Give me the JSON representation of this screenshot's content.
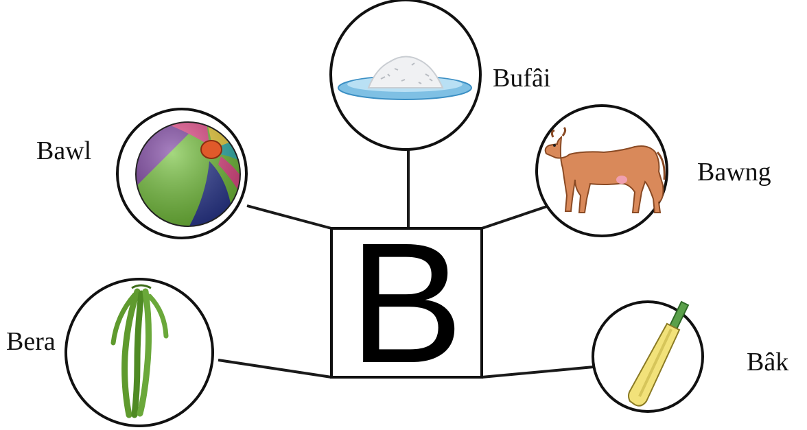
{
  "center_letter": "B",
  "items": [
    {
      "word": "Bufâi",
      "icon": "rice-plate-icon"
    },
    {
      "word": "Bawl",
      "icon": "beach-ball-icon"
    },
    {
      "word": "Bawng",
      "icon": "cow-icon"
    },
    {
      "word": "Bera",
      "icon": "green-beans-icon"
    },
    {
      "word": "Bâk",
      "icon": "cricket-bat-icon"
    }
  ],
  "colors": {
    "line": "#1a1a1a",
    "ball": [
      "#7a3fa0",
      "#e94b8a",
      "#f4d43b",
      "#2fb6b0",
      "#2c3a94",
      "#74c23a",
      "#e05a2a"
    ],
    "cow": "#d9895a",
    "beans": "#5f9a2e",
    "bat": "#f2e27a",
    "rice_plate": "#7fc0e4"
  }
}
